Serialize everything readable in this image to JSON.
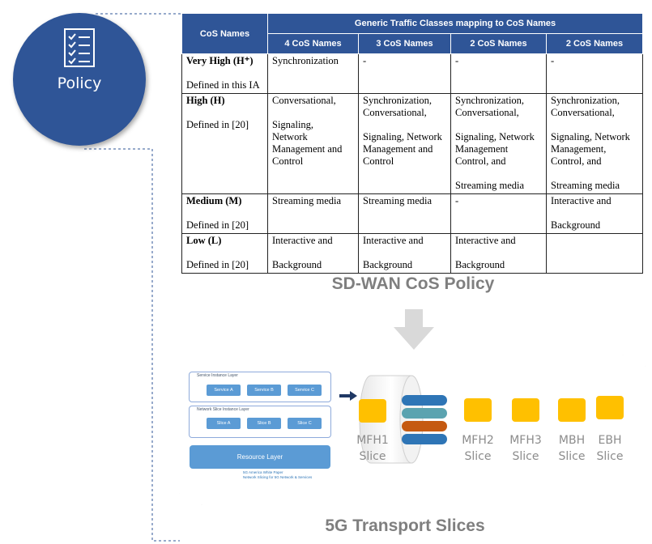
{
  "policy": {
    "label": "Policy",
    "icon": "checklist-icon"
  },
  "table": {
    "header_cos_names": "CoS Names",
    "header_group": "Generic Traffic Classes mapping to CoS Names",
    "columns": [
      "4 CoS Names",
      "3 CoS Names",
      "2 CoS Names",
      "2 CoS Names"
    ],
    "rows": [
      {
        "level": "Very High  (H⁺)",
        "defined": "Defined in this IA",
        "cells": [
          "Synchronization",
          "-",
          "-",
          "-"
        ]
      },
      {
        "level": "High  (H)",
        "defined": "Defined in [20]",
        "cells": [
          "Conversational,\n\nSignaling,\nNetwork\nManagement and\nControl",
          "Synchronization,\nConversational,\n\nSignaling, Network\nManagement and\nControl",
          "Synchronization,\nConversational,\n\nSignaling, Network\nManagement\nControl, and\n\nStreaming media",
          "Synchronization,\nConversational,\n\nSignaling, Network\nManagement,\nControl, and\n\nStreaming media"
        ]
      },
      {
        "level": "Medium  (M)",
        "defined": "Defined in [20]",
        "cells": [
          "Streaming media",
          "Streaming media",
          "-",
          "Interactive and\n\nBackground"
        ]
      },
      {
        "level": "Low  (L)",
        "defined": "Defined in [20]",
        "cells": [
          "Interactive and\n\nBackground",
          "Interactive and\n\nBackground",
          "Interactive and\n\nBackground",
          ""
        ]
      }
    ],
    "caption": "SD-WAN CoS Policy"
  },
  "slices": {
    "service_instance_layer": "Service Instance Layer",
    "services": [
      "Service A",
      "Service B",
      "Service C"
    ],
    "network_slice_instance_layer": "Network Slice Instance Layer",
    "slice_instances": [
      "Slice A",
      "Slice B",
      "Slice C"
    ],
    "resource_layer": "Resource Layer",
    "note_line1": "5G America White Paper",
    "note_line2": "Network Slicing for 5G Network & Services",
    "labels": [
      {
        "l1": "MFH1",
        "l2": "Slice"
      },
      {
        "l1": "MFH2",
        "l2": "Slice"
      },
      {
        "l1": "MFH3",
        "l2": "Slice"
      },
      {
        "l1": "MBH",
        "l2": "Slice"
      },
      {
        "l1": "EBH",
        "l2": "Slice"
      }
    ],
    "caption": "5G Transport Slices",
    "colors": {
      "slice": "#ffc000",
      "tube_blue": "#2e75b6",
      "tube_orange": "#c55a11",
      "tube_teal": "#5ba3b0"
    }
  }
}
